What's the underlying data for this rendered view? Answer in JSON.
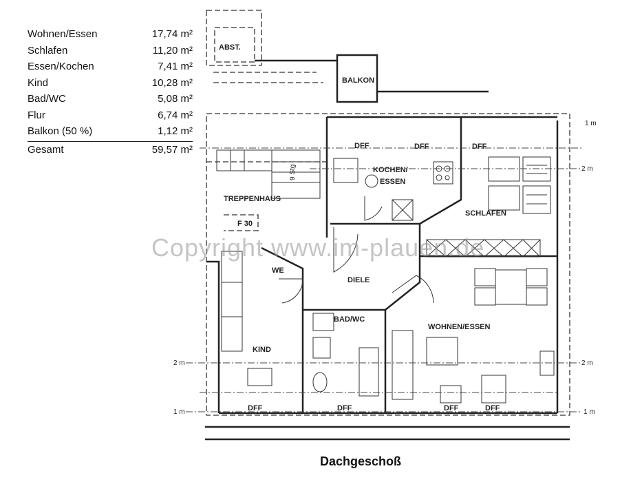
{
  "areas": [
    {
      "room": "Wohnen/Essen",
      "size": "17,74 m²"
    },
    {
      "room": "Schlafen",
      "size": "11,20 m²"
    },
    {
      "room": "Essen/Kochen",
      "size": "7,41 m²"
    },
    {
      "room": "Kind",
      "size": "10,28 m²"
    },
    {
      "room": "Bad/WC",
      "size": "5,08 m²"
    },
    {
      "room": "Flur",
      "size": "6,74 m²"
    },
    {
      "room": "Balkon (50 %)",
      "size": "1,12 m²"
    }
  ],
  "total": {
    "label": "Gesamt",
    "size": "59,57 m²"
  },
  "rooms": {
    "abst": "ABST.",
    "balkon": "BALKON",
    "kochen": "KOCHEN/",
    "essen": "ESSEN",
    "schlafen": "SCHLAFEN",
    "treppenhaus": "TREPPENHAUS",
    "diele": "DIELE",
    "kind": "KIND",
    "bad": "BAD/WC",
    "wohnen": "WOHNEN/ESSEN",
    "we": "WE",
    "f30": "F 30",
    "stg": "9 Stg",
    "dff": "DFF"
  },
  "dims": {
    "one": "1 m",
    "two": "2 m"
  },
  "watermark": "Copyright www.im-plauen.de",
  "title": "Dachgeschoß"
}
